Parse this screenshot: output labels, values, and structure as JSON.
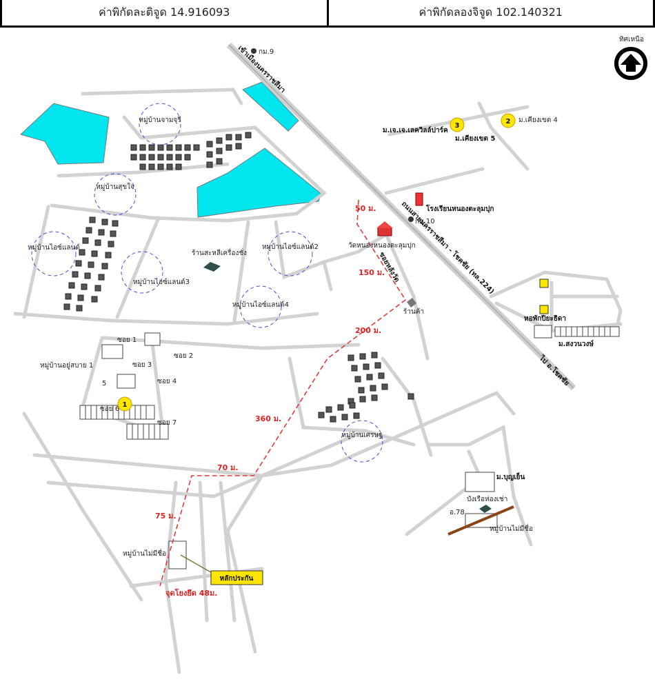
{
  "coordinates": {
    "latitude_label": "ค่าพิกัดละติจูด 14.916093",
    "longitude_label": "ค่าพิกัดลองจิจูด 102.140321"
  },
  "north": {
    "label": "ทิศเหนือ",
    "icon": "north-arrow-icon"
  },
  "colors": {
    "water": "#00e5ee",
    "route": "#e23a3a",
    "road": "#d2d2d2",
    "marker": "#ffe600",
    "marker_border": "#cc9900"
  },
  "map": {
    "villages": [
      "หมู่บ้านจามจุรี",
      "หมู่บ้านสุขใจ",
      "หมู่บ้านไอซ์แลนด์",
      "หมู่บ้านไอซ์แลนด์3",
      "หมู่บ้านไอซ์แลนด์2",
      "หมู่บ้านไอซ์แลนด์4",
      "หมู่บ้านเศรษฐ",
      "หมู่บ้านอยู่สบาย 1",
      "หมู่บ้านไม่มีชื่อ",
      "หมู่บ้านไม่มีชื่อ"
    ],
    "places": {
      "factory": "ร้านสะหลีเครื่องชั่ง",
      "school": "โรงเรียนหนองตะลุมปุก",
      "temple": "วัดหนองหนองตะลุมปุก",
      "shop": "ร้านค้า",
      "dorm": "หอพักปิยะธิดา",
      "songwong": "ม.สงวนวงษ์",
      "boonyen": "ม.บุญเย็น",
      "bus_shelter": "บังเรือห่องเช่า",
      "jj": "ม.เจ.เจ.เลควิลล์ปาร์ค",
      "kiangkhet5": "ม.เคียงเขต 5",
      "kiangkhet4": "ม.เคียงเขต 4",
      "km9": "กม.9",
      "km10": "กม.10",
      "a78": "อ.78"
    },
    "roads": {
      "main_north": "เข้าเมืองนครราชสีมา",
      "main_label": "ถนนสายนครราชสีมา - โชคชัย (ทล.224)",
      "to_chokchai": "ไป อ.โชคชัย",
      "soi_main": "ซอยหลังวัด"
    },
    "soi": [
      "ซอย 1",
      "ซอย 2",
      "ซอย 3",
      "ซอย 4",
      "5",
      "ซอย 6",
      "ซอย 7"
    ],
    "distances": [
      "50 ม.",
      "150 ม.",
      "200 ม.",
      "360 ม.",
      "70 ม.",
      "75 ม.",
      "จุดโยงยึด 48ม."
    ],
    "markers": [
      "1",
      "2",
      "3"
    ],
    "benchmark_label": "หลักประกัน"
  }
}
